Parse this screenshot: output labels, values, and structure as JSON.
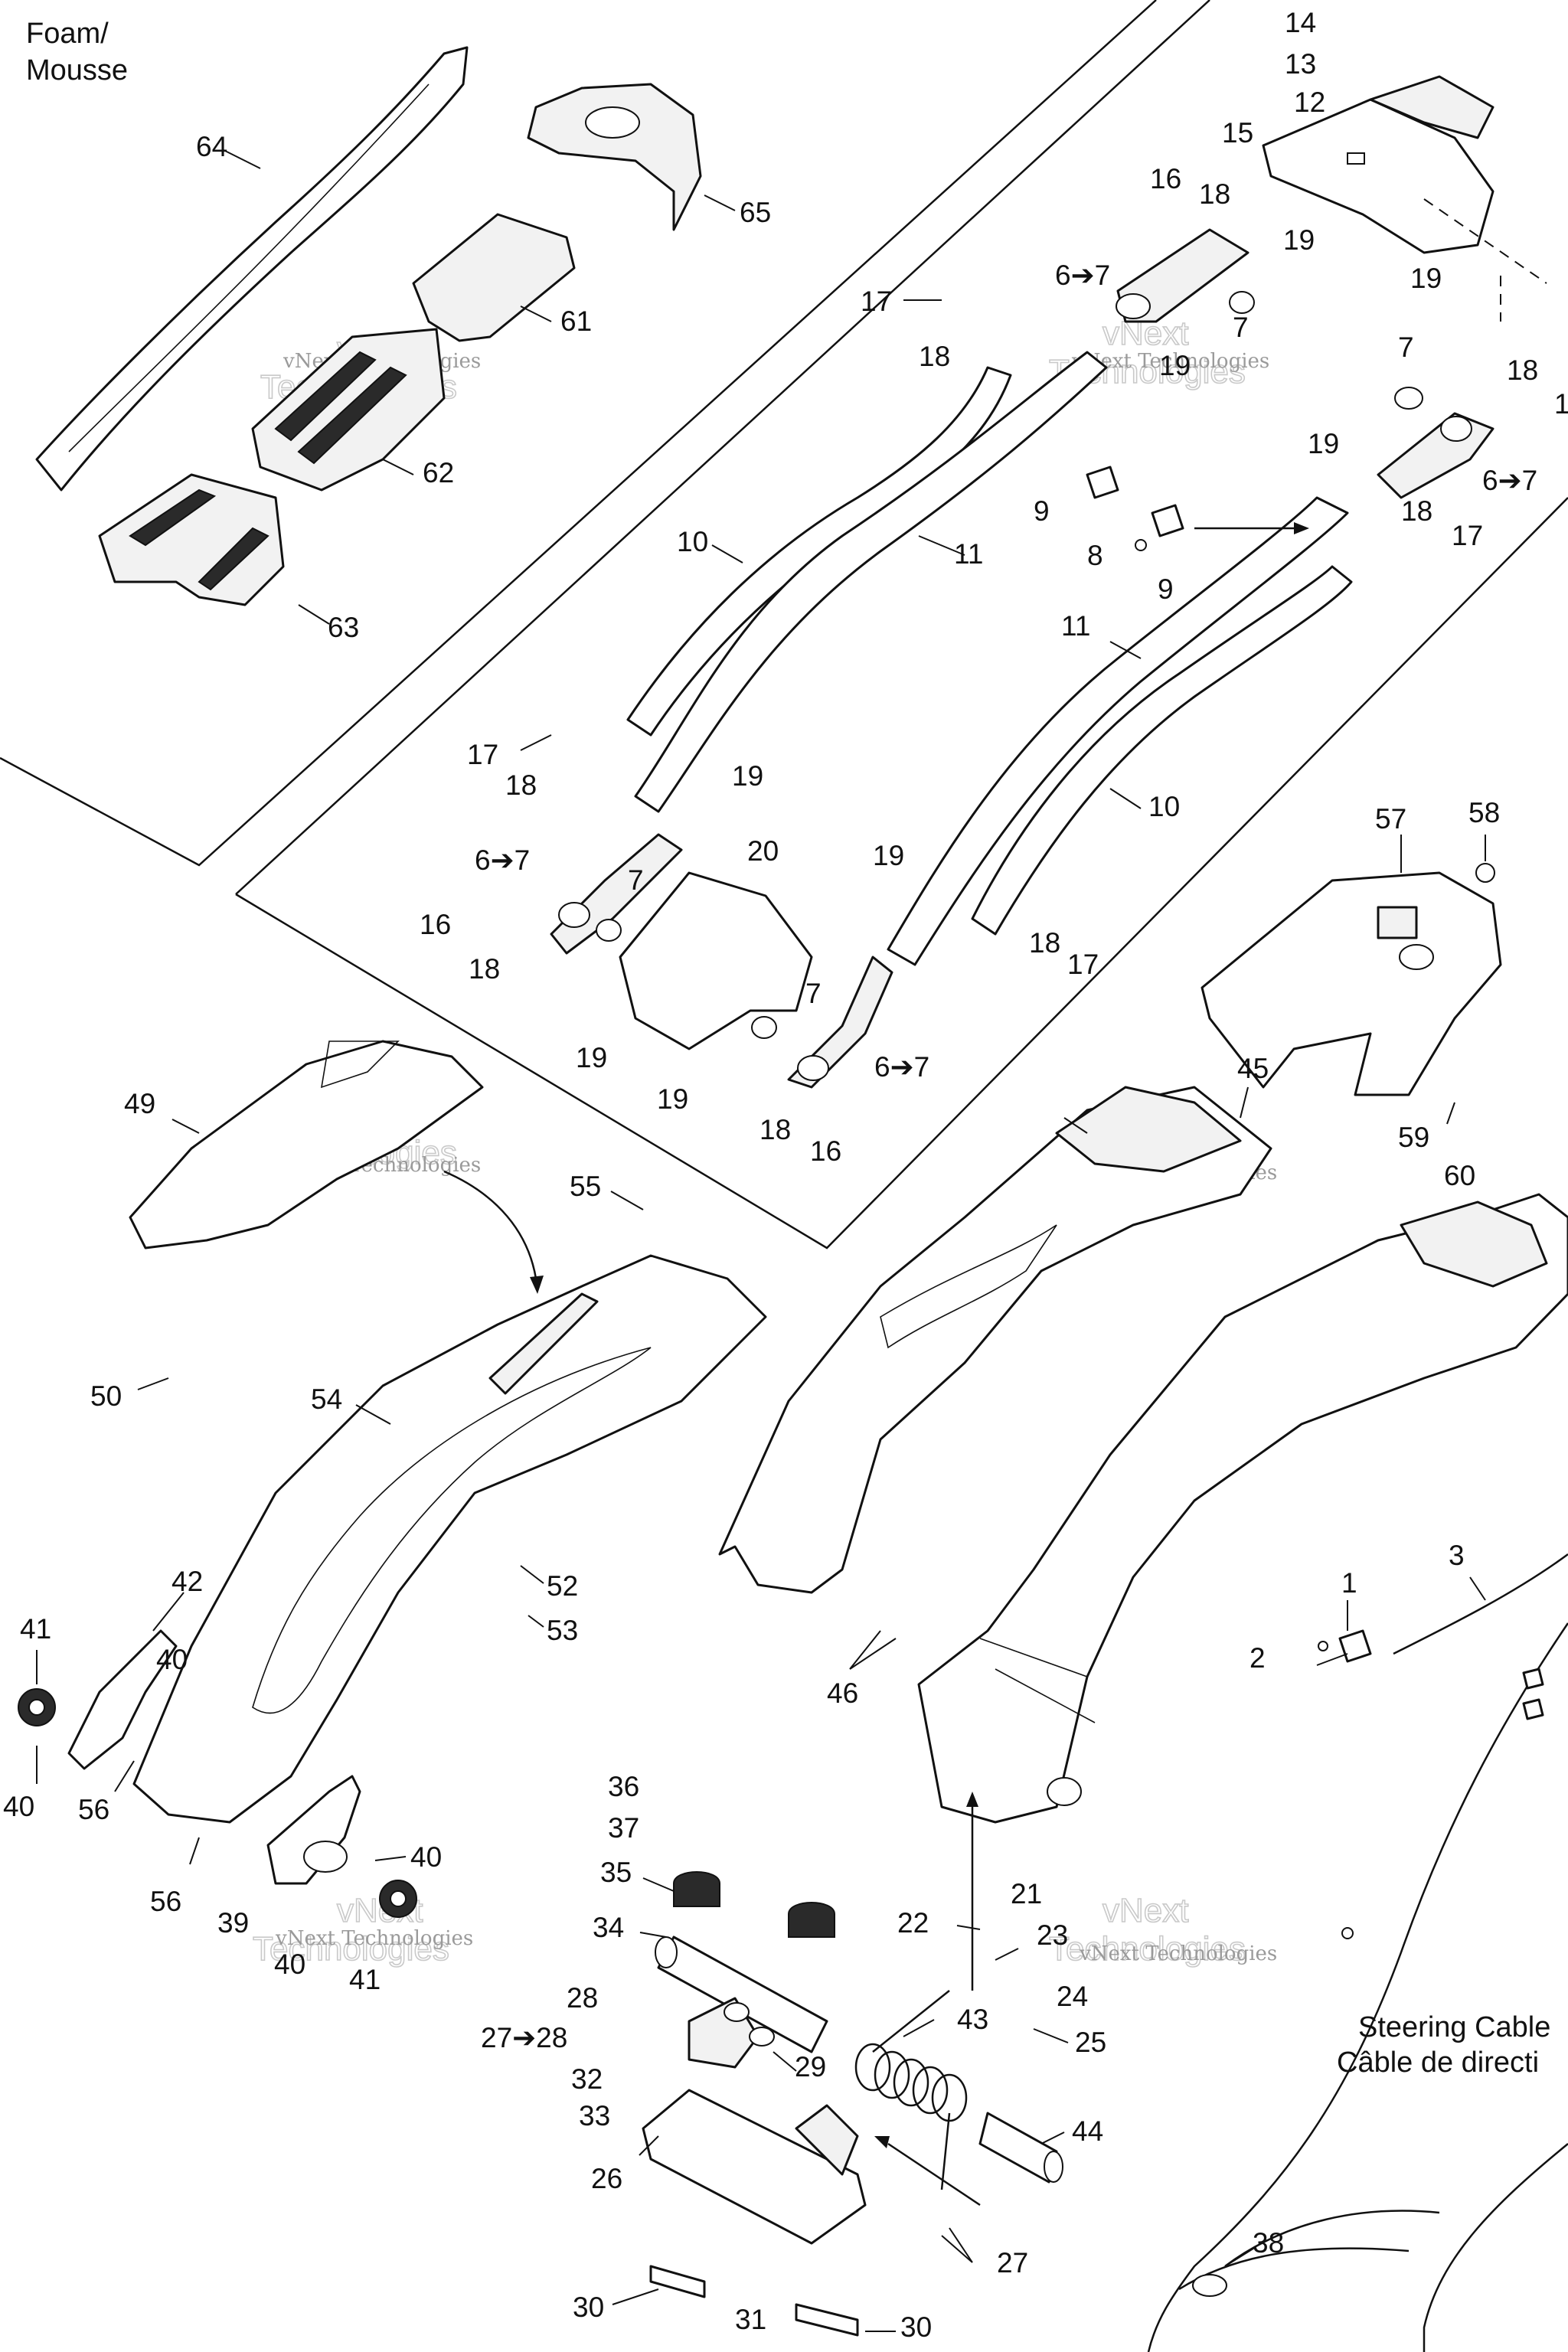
{
  "notes": {
    "foam": "Foam/",
    "mousse": "Mousse",
    "steering_cable_en": "Steering Cable",
    "steering_cable_fr": "Câble de directi"
  },
  "watermark": {
    "line1": "vNext",
    "line2": "Technologies",
    "small": "vNext Technologies"
  },
  "callouts": {
    "c14": "14",
    "c13": "13",
    "c12": "12",
    "c15": "15",
    "c16a": "16",
    "c18a": "18",
    "c19a": "19",
    "c19b": "19",
    "c67a": "6➔7",
    "c7a": "7",
    "c17a": "17",
    "c18b": "18",
    "c19c": "19",
    "c7b": "7",
    "c18c": "18",
    "c1r": "1",
    "c67b": "6➔7",
    "c19d": "19",
    "c18d": "18",
    "c17b": "17",
    "c9a": "9",
    "c8": "8",
    "c9b": "9",
    "c64": "64",
    "c65": "65",
    "c61": "61",
    "c62": "62",
    "c63": "63",
    "c10a": "10",
    "c11a": "11",
    "c11b": "11",
    "c10b": "10",
    "c17c": "17",
    "c18e": "18",
    "c19e": "19",
    "c67c": "6➔7",
    "c7c": "7",
    "c16b": "16",
    "c18f": "18",
    "c19f": "19",
    "c20": "20",
    "c7d": "7",
    "c67d": "6➔7",
    "c19g": "19",
    "c18g": "18",
    "c16c": "16",
    "c19h": "19",
    "c18h": "18",
    "c17d": "17",
    "c57": "57",
    "c58": "58",
    "c59": "59",
    "c60": "60",
    "c49": "49",
    "c55": "55",
    "c45": "45",
    "c50": "50",
    "c54": "54",
    "c52": "52",
    "c53": "53",
    "c46": "46",
    "c42": "42",
    "c41a": "41",
    "c40a": "40",
    "c40b": "40",
    "c56a": "56",
    "c56b": "56",
    "c39": "39",
    "c40c": "40",
    "c40d": "40",
    "c41b": "41",
    "c1": "1",
    "c2": "2",
    "c3": "3",
    "c36": "36",
    "c37": "37",
    "c35": "35",
    "c34": "34",
    "c22": "22",
    "c21": "21",
    "c23": "23",
    "c24": "24",
    "c25": "25",
    "c28": "28",
    "c2728": "27➔28",
    "c29": "29",
    "c43": "43",
    "c44": "44",
    "c32": "32",
    "c33": "33",
    "c26": "26",
    "c27": "27",
    "c30a": "30",
    "c31": "31",
    "c30b": "30",
    "c38": "38"
  }
}
